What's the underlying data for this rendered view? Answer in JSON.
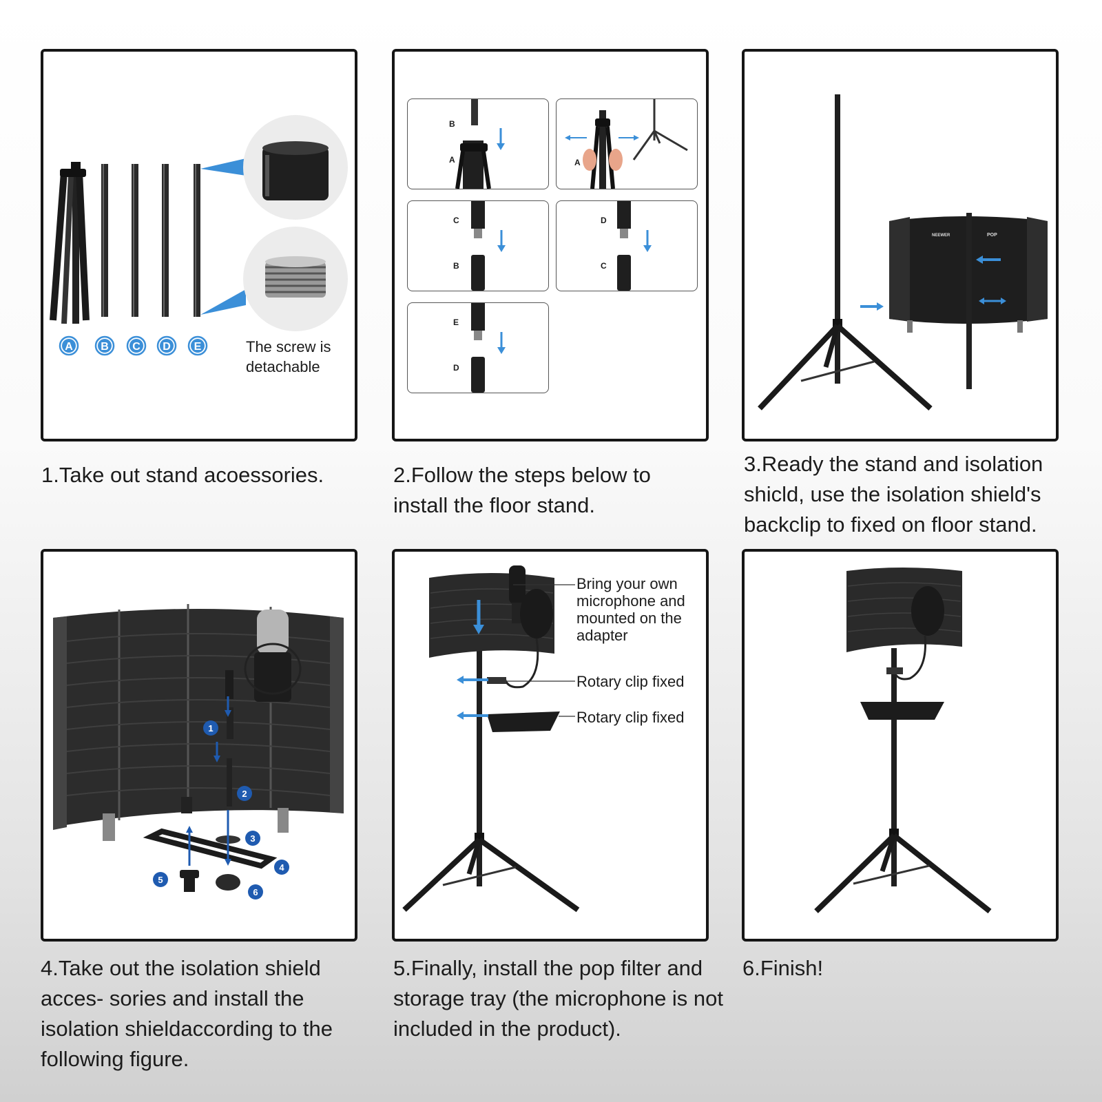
{
  "colors": {
    "accent": "#3b8fd8",
    "badge_dark": "#1f5bb0",
    "frame": "#161616"
  },
  "steps": [
    {
      "caption": "1.Take out stand acoessories."
    },
    {
      "caption": "2.Follow the steps below to\n install the floor stand."
    },
    {
      "caption": "3.Ready the stand and isolation shicld, use the isolation shield's backclip to fixed on floor stand."
    },
    {
      "caption": "4.Take out the isolation shield acces- sories and install the isolation shieldaccording to the following figure."
    },
    {
      "caption": "5.Finally, install the pop filter and storage tray (the microphone is not included in the product)."
    },
    {
      "caption": "6.Finish!"
    }
  ],
  "step1": {
    "parts": [
      "A",
      "B",
      "C",
      "D",
      "E"
    ],
    "screw_note_line1": "The screw is",
    "screw_note_line2": "detachable"
  },
  "step2": {
    "subpanels": [
      {
        "top": "B",
        "bottom": "A"
      },
      {
        "bottom": "A"
      },
      {
        "top": "C",
        "bottom": "B"
      },
      {
        "top": "D",
        "bottom": "C"
      },
      {
        "top": "E",
        "bottom": "D"
      }
    ]
  },
  "step3": {
    "shield_brand": "NEEWER",
    "shield_model": "POP"
  },
  "step4": {
    "callouts": [
      "1",
      "2",
      "3",
      "4",
      "5",
      "6"
    ]
  },
  "step5": {
    "callout_mic_line1": "Bring your own",
    "callout_mic_line2": "microphone and",
    "callout_mic_line3": "mounted on the",
    "callout_mic_line4": "adapter",
    "callout_clip1": "Rotary clip fixed",
    "callout_clip2": "Rotary clip fixed"
  }
}
